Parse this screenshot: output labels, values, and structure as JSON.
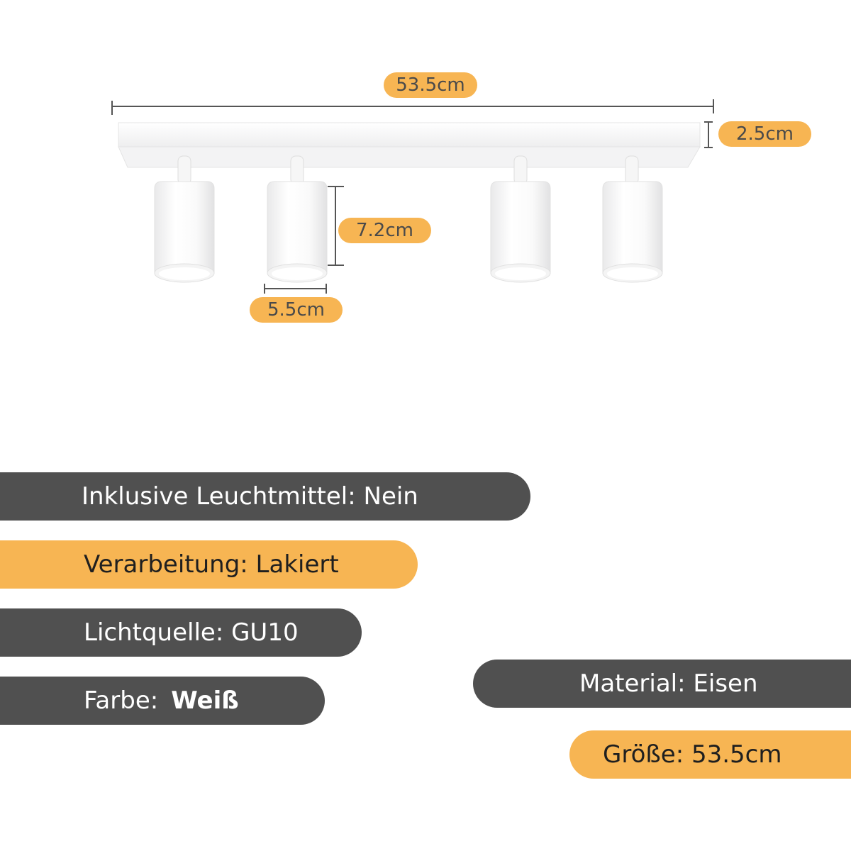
{
  "dimensions": {
    "length": "53.5cm",
    "height": "2.5cm",
    "shade_height": "7.2cm",
    "shade_width": "5.5cm"
  },
  "specs": {
    "included_bulbs": "Inklusive Leuchtmittel: Nein",
    "finish": "Verarbeitung: Lakiert",
    "light_source": "Lichtquelle: GU10",
    "color_label": "Farbe:",
    "color_value": "Weiß",
    "material": "Material: Eisen",
    "size": "Größe: 53.5cm"
  },
  "colors": {
    "accent": "#f7b553",
    "dark": "#505050",
    "background": "#ffffff"
  }
}
